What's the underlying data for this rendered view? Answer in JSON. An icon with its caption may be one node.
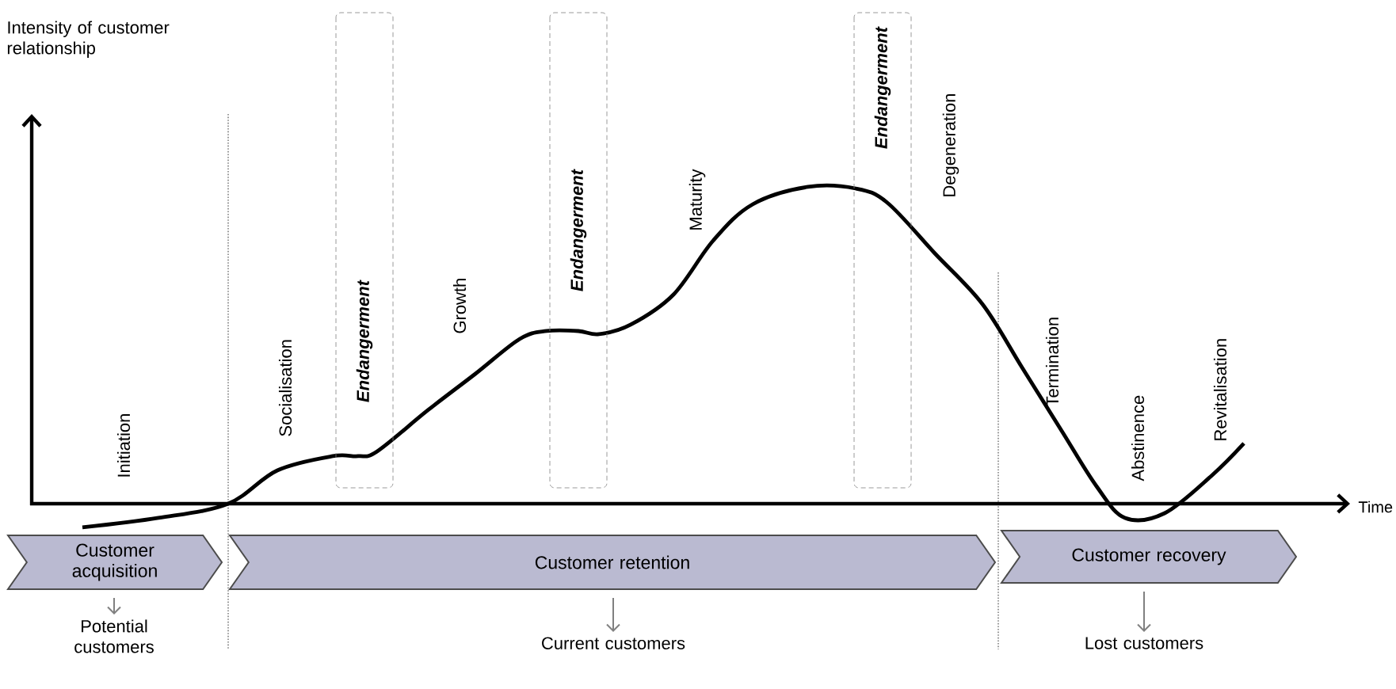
{
  "diagram": {
    "nodes": [
      {
        "text": [
          "Endangerment"
        ]
      },
      {
        "text": [
          "Endangerment"
        ]
      },
      {
        "text": [
          "Endangerment"
        ]
      },
      {
        "text": [
          "Customer acquisition"
        ]
      },
      {
        "text": [
          "Customer retention"
        ]
      },
      {
        "text": [
          "Customer recovery"
        ]
      },
      {
        "text": [
          "Potential customers"
        ]
      },
      {
        "text": [
          "Current customers"
        ]
      },
      {
        "text": [
          "Lost customers"
        ]
      }
    ],
    "edges": [
      {
        "from": 3,
        "to": 6,
        "arrow": "to"
      },
      {
        "from": 4,
        "to": 7,
        "arrow": "to"
      },
      {
        "from": 5,
        "to": 8,
        "arrow": "to"
      }
    ],
    "labels": [
      "Intensity of customer relationship",
      "Initiation",
      "Socialisation",
      "Growth",
      "Maturity",
      "Degeneration",
      "Termination",
      "Abstinence",
      "Revitalisation",
      "Time"
    ]
  }
}
